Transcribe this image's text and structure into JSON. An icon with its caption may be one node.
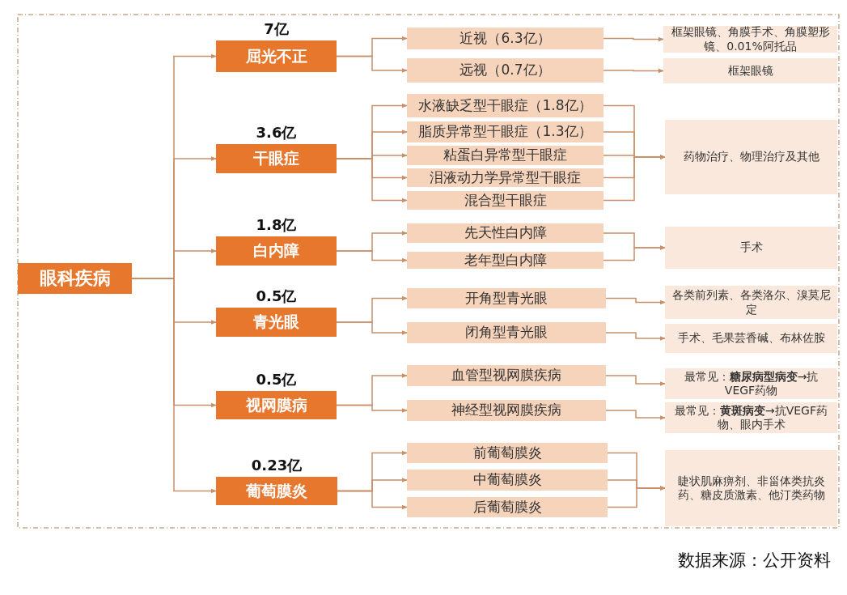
{
  "diagram": {
    "caption": "数据来源：公开资料",
    "nodes": [
      {
        "text": [
          "眼科疾病"
        ]
      },
      {
        "text": [
          "屈光不正"
        ],
        "beside": [
          "7亿"
        ]
      },
      {
        "text": [
          "干眼症"
        ],
        "beside": [
          "3.6亿"
        ]
      },
      {
        "text": [
          "白内障"
        ],
        "beside": [
          "1.8亿"
        ]
      },
      {
        "text": [
          "青光眼"
        ],
        "beside": [
          "0.5亿"
        ]
      },
      {
        "text": [
          "视网膜病"
        ],
        "beside": [
          "0.5亿"
        ]
      },
      {
        "text": [
          "葡萄膜炎"
        ],
        "beside": [
          "0.23亿"
        ]
      },
      {
        "text": [
          "近视（6.3亿）"
        ]
      },
      {
        "text": [
          "远视（0.7亿）"
        ]
      },
      {
        "text": [
          "水液缺乏型干眼症（1.8亿）"
        ]
      },
      {
        "text": [
          "脂质异常型干眼症（1.3亿）"
        ]
      },
      {
        "text": [
          "粘蛋白异常型干眼症"
        ]
      },
      {
        "text": [
          "泪液动力学异常型干眼症"
        ]
      },
      {
        "text": [
          "混合型干眼症"
        ]
      },
      {
        "text": [
          "先天性白内障"
        ]
      },
      {
        "text": [
          "老年型白内障"
        ]
      },
      {
        "text": [
          "开角型青光眼"
        ]
      },
      {
        "text": [
          "闭角型青光眼"
        ]
      },
      {
        "text": [
          "血管型视网膜疾病"
        ]
      },
      {
        "text": [
          "神经型视网膜疾病"
        ]
      },
      {
        "text": [
          "前葡萄膜炎"
        ]
      },
      {
        "text": [
          "中葡萄膜炎"
        ]
      },
      {
        "text": [
          "后葡萄膜炎"
        ]
      },
      {
        "text": [
          "框架眼镜、角膜手术、角膜塑形镜、0.01%阿托品"
        ]
      },
      {
        "text": [
          "框架眼镜"
        ]
      },
      {
        "text": [
          "药物治疗、物理治疗及其他"
        ]
      },
      {
        "text": [
          "手术"
        ]
      },
      {
        "text": [
          "各类前列素、各类洛尔、溴莫尼定"
        ]
      },
      {
        "text": [
          "手术、毛果芸香碱、布林佐胺"
        ]
      },
      {
        "text": [
          "最常见：**糖尿病型病变**→抗VEGF药物"
        ]
      },
      {
        "text": [
          "最常见：**黄斑病变**→抗VEGF药物、眼内手术"
        ]
      },
      {
        "text": [
          "睫状肌麻痹剂、非甾体类抗炎药、糖皮质激素、他汀类药物"
        ]
      }
    ],
    "edges": [
      {
        "from": 0,
        "to": 1,
        "arrow": "to"
      },
      {
        "from": 0,
        "to": 2,
        "arrow": "to"
      },
      {
        "from": 0,
        "to": 3,
        "arrow": "to"
      },
      {
        "from": 0,
        "to": 4,
        "arrow": "to"
      },
      {
        "from": 0,
        "to": 5,
        "arrow": "to"
      },
      {
        "from": 0,
        "to": 6,
        "arrow": "to"
      },
      {
        "from": 1,
        "to": 7,
        "arrow": "to"
      },
      {
        "from": 1,
        "to": 8,
        "arrow": "to"
      },
      {
        "from": 2,
        "to": 9,
        "arrow": "to"
      },
      {
        "from": 2,
        "to": 10,
        "arrow": "to"
      },
      {
        "from": 2,
        "to": 11,
        "arrow": "to"
      },
      {
        "from": 2,
        "to": 12,
        "arrow": "to"
      },
      {
        "from": 2,
        "to": 13,
        "arrow": "to"
      },
      {
        "from": 3,
        "to": 14,
        "arrow": "to"
      },
      {
        "from": 3,
        "to": 15,
        "arrow": "to"
      },
      {
        "from": 4,
        "to": 16,
        "arrow": "to"
      },
      {
        "from": 4,
        "to": 17,
        "arrow": "to"
      },
      {
        "from": 5,
        "to": 18,
        "arrow": "to"
      },
      {
        "from": 5,
        "to": 19,
        "arrow": "to"
      },
      {
        "from": 6,
        "to": 20,
        "arrow": "to"
      },
      {
        "from": 6,
        "to": 21,
        "arrow": "to"
      },
      {
        "from": 6,
        "to": 22,
        "arrow": "to"
      },
      {
        "from": 7,
        "to": 23,
        "arrow": "to"
      },
      {
        "from": 8,
        "to": 24,
        "arrow": "to"
      },
      {
        "from": 9,
        "to": 25,
        "arrow": "to"
      },
      {
        "from": 10,
        "to": 25,
        "arrow": "to"
      },
      {
        "from": 11,
        "to": 25,
        "arrow": "to"
      },
      {
        "from": 12,
        "to": 25,
        "arrow": "to"
      },
      {
        "from": 13,
        "to": 25,
        "arrow": "to"
      },
      {
        "from": 14,
        "to": 26,
        "arrow": "to"
      },
      {
        "from": 15,
        "to": 26,
        "arrow": "to"
      },
      {
        "from": 16,
        "to": 27,
        "arrow": "to"
      },
      {
        "from": 17,
        "to": 28,
        "arrow": "to"
      },
      {
        "from": 18,
        "to": 29,
        "arrow": "to"
      },
      {
        "from": 19,
        "to": 30,
        "arrow": "to"
      },
      {
        "from": 20,
        "to": 31,
        "arrow": "to"
      },
      {
        "from": 21,
        "to": 31,
        "arrow": "to"
      },
      {
        "from": 22,
        "to": 31,
        "arrow": "to"
      }
    ]
  }
}
